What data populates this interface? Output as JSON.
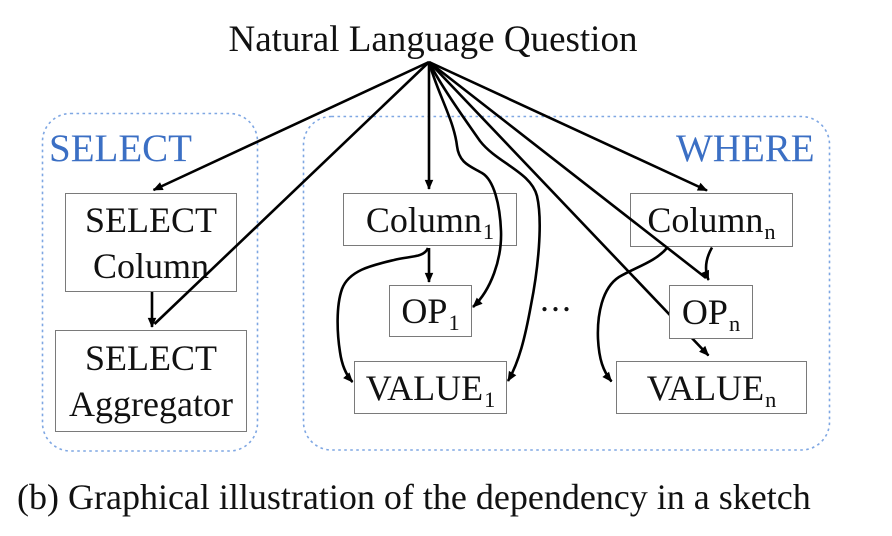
{
  "figure": {
    "title": "Natural Language Question",
    "caption": "(b) Graphical illustration of the dependency in a sketch",
    "ellipsis": "..."
  },
  "select_group": {
    "label": "SELECT",
    "nodes": {
      "select_column": {
        "line1": "SELECT",
        "line2": "Column"
      },
      "select_aggregator": {
        "line1": "SELECT",
        "line2": "Aggregator"
      }
    }
  },
  "where_group": {
    "label": "WHERE",
    "nodes": {
      "column_1": {
        "base": "Column",
        "sub": "1"
      },
      "op_1": {
        "base": "OP",
        "sub": "1"
      },
      "value_1": {
        "base": "VALUE",
        "sub": "1"
      },
      "column_n": {
        "base": "Column",
        "sub": "n"
      },
      "op_n": {
        "base": "OP",
        "sub": "n"
      },
      "value_n": {
        "base": "VALUE",
        "sub": "n"
      }
    }
  },
  "colors": {
    "accent_blue": "#3b6fc4",
    "dashed_border_blue": "#7fa7e3",
    "node_border_gray": "#7a7a7a",
    "arrow_black": "#000000"
  }
}
